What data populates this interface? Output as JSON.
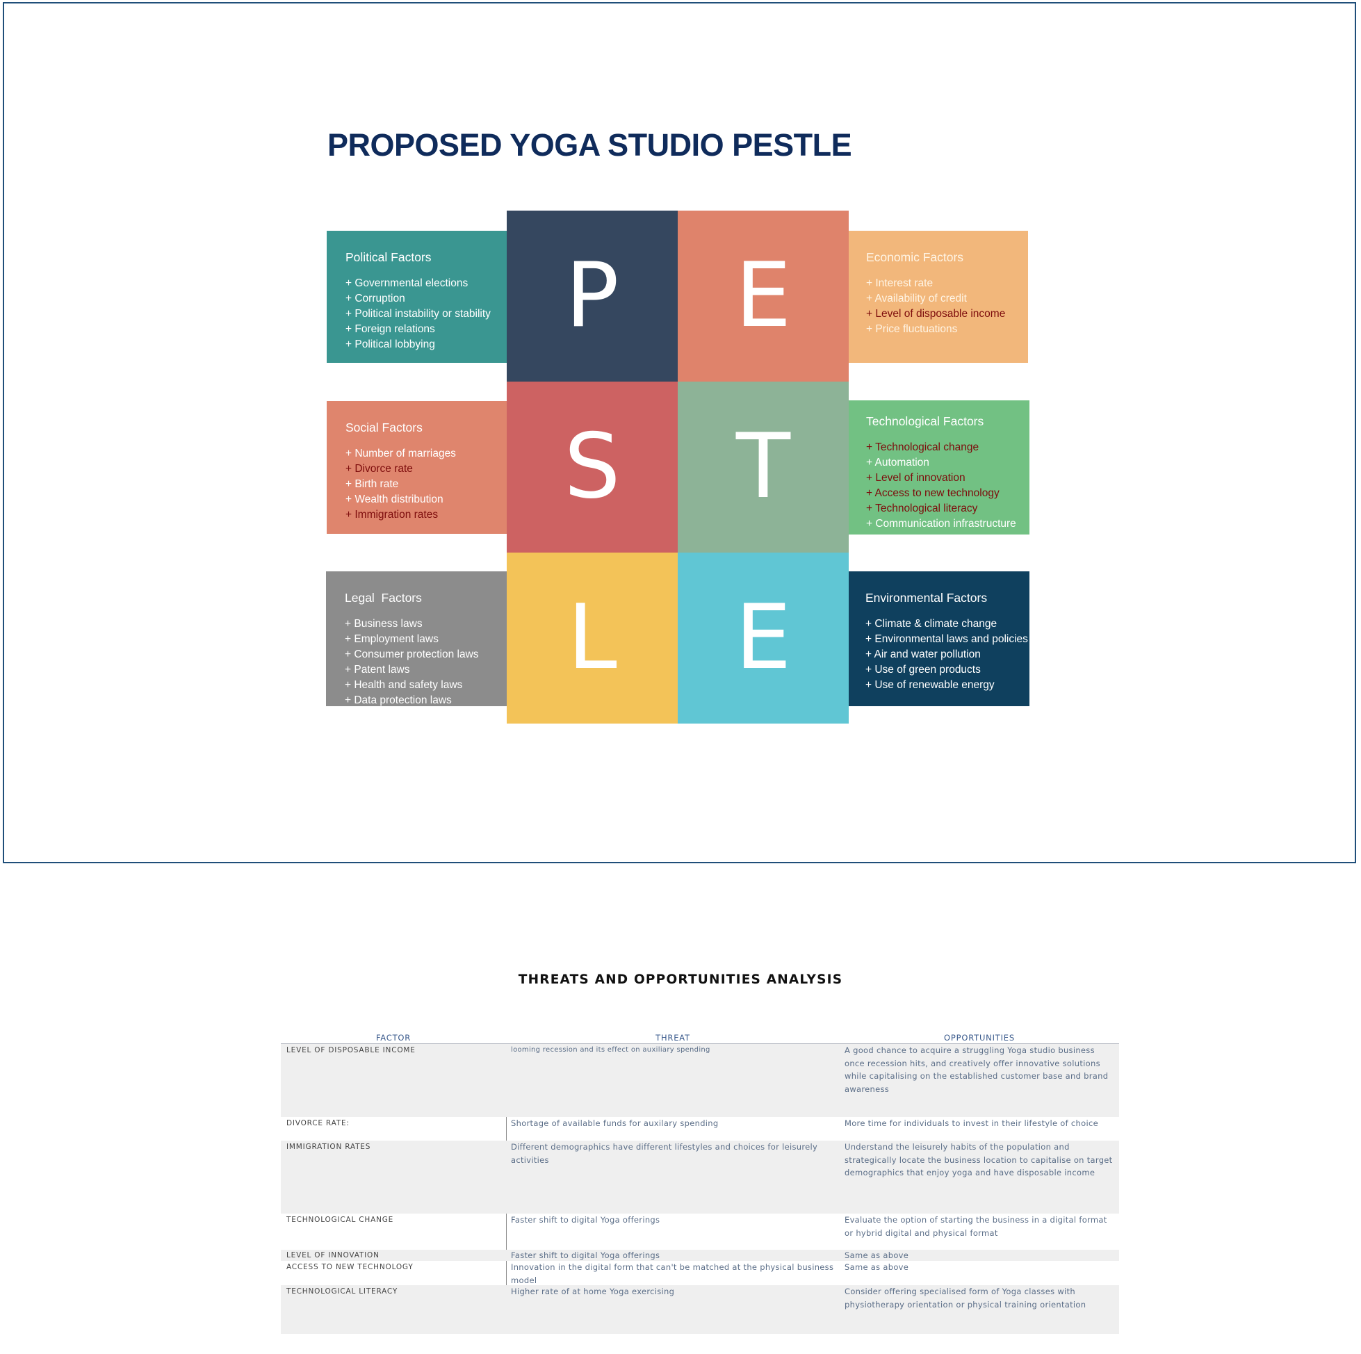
{
  "slide": {
    "title": "PROPOSED YOGA STUDIO PESTLE",
    "letters": [
      "P",
      "E",
      "S",
      "T",
      "L",
      "E"
    ],
    "tile_colors": [
      "#35475f",
      "#df836b",
      "#cd6262",
      "#8db397",
      "#f3c358",
      "#60c6d4"
    ],
    "factors": {
      "political": {
        "title": "Political Factors",
        "color": "#3a9691",
        "items": [
          "+ Governmental elections",
          "+ Corruption",
          "+ Political instability or stability",
          "+ Foreign relations",
          "+ Political lobbying"
        ]
      },
      "economic": {
        "title": "Economic Factors",
        "color": "#f2b77b",
        "items": [
          "+ Interest rate",
          "+ Availability of credit",
          "+ Level of disposable income",
          "+ Price fluctuations"
        ]
      },
      "social": {
        "title": "Social Factors",
        "color": "#df856d",
        "items": [
          "+ Number of marriages",
          "+ Divorce rate",
          "+ Birth rate",
          "+ Wealth distribution",
          "+ Immigration rates"
        ]
      },
      "technological": {
        "title": "Technological Factors",
        "color": "#72c183",
        "items": [
          "+ Technological change",
          "+ Automation",
          "+ Level of innovation",
          "+ Access to new technology",
          "+ Technological literacy",
          "+ Communication infrastructure"
        ]
      },
      "legal": {
        "title": "Legal  Factors",
        "color": "#8c8c8c",
        "items": [
          "+ Business laws",
          "+ Employment laws",
          "+ Consumer protection laws",
          "+ Patent laws",
          "+ Health and safety laws",
          "+ Data protection laws"
        ]
      },
      "environmental": {
        "title": "Environmental Factors",
        "color": "#0f405e",
        "items": [
          "+ Climate & climate change",
          "+ Environmental laws and policies",
          "+ Air and water pollution",
          "+ Use of green products",
          "+ Use of renewable energy"
        ]
      }
    },
    "highlight_color": "#7d0c0c"
  },
  "analysis": {
    "title": "THREATS AND OPPORTUNITIES ANALYSIS",
    "headers": {
      "factor": "FACTOR",
      "threat": "THREAT",
      "opportunities": "OPPORTUNITIES"
    },
    "rows": [
      {
        "factor": "LEVEL OF DISPOSABLE INCOME",
        "threat": "looming recession and its effect on auxiliary spending",
        "opportunities": "A good chance to acquire a struggling Yoga studio business once recession hits, and creatively offer innovative solutions while capitalising on the established customer base and brand awareness"
      },
      {
        "factor": "DIVORCE RATE:",
        "threat": "Shortage of available funds for auxilary spending",
        "opportunities": "More time for individuals to invest in their lifestyle of choice"
      },
      {
        "factor": "IMMIGRATION RATES",
        "threat": "Different demographics have different lifestyles and choices for leisurely activities",
        "opportunities": "Understand the leisurely habits of the population and strategically locate the business location to capitalise on target demographics that enjoy yoga and have disposable income"
      },
      {
        "factor": "TECHNOLOGICAL CHANGE",
        "threat": "Faster shift to digital Yoga offerings",
        "opportunities": "Evaluate the option of starting the business in a digital format or hybrid digital and physical format"
      },
      {
        "factor": "LEVEL OF INNOVATION",
        "threat": "Faster shift to digital Yoga offerings",
        "opportunities": "Same as above"
      },
      {
        "factor": "ACCESS TO NEW TECHNOLOGY",
        "threat": "Innovation in the digital form that can't be matched at the physical business model",
        "opportunities": "Same as above"
      },
      {
        "factor": "TECHNOLOGICAL LITERACY",
        "threat": "Higher rate of at home Yoga exercising",
        "opportunities": "Consider offering specialised form of Yoga classes with physiotherapy orientation or physical training orientation"
      }
    ]
  }
}
